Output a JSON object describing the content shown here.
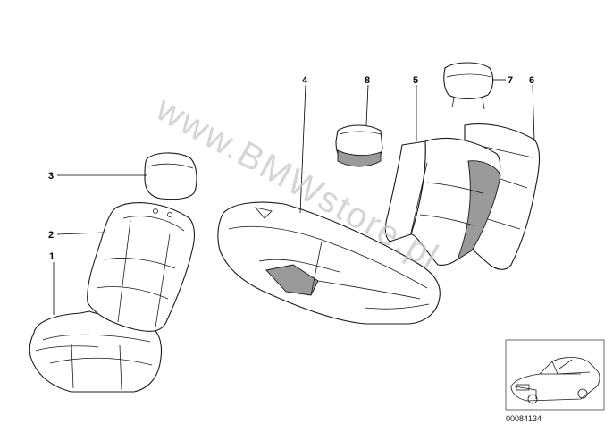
{
  "watermark": "www.BMWstore.pl",
  "reference_number": "00084134",
  "callouts": [
    {
      "id": "1",
      "label": "1"
    },
    {
      "id": "2",
      "label": "2"
    },
    {
      "id": "3",
      "label": "3"
    },
    {
      "id": "4",
      "label": "4"
    },
    {
      "id": "5",
      "label": "5"
    },
    {
      "id": "6",
      "label": "6"
    },
    {
      "id": "7",
      "label": "7"
    },
    {
      "id": "8",
      "label": "8"
    }
  ]
}
